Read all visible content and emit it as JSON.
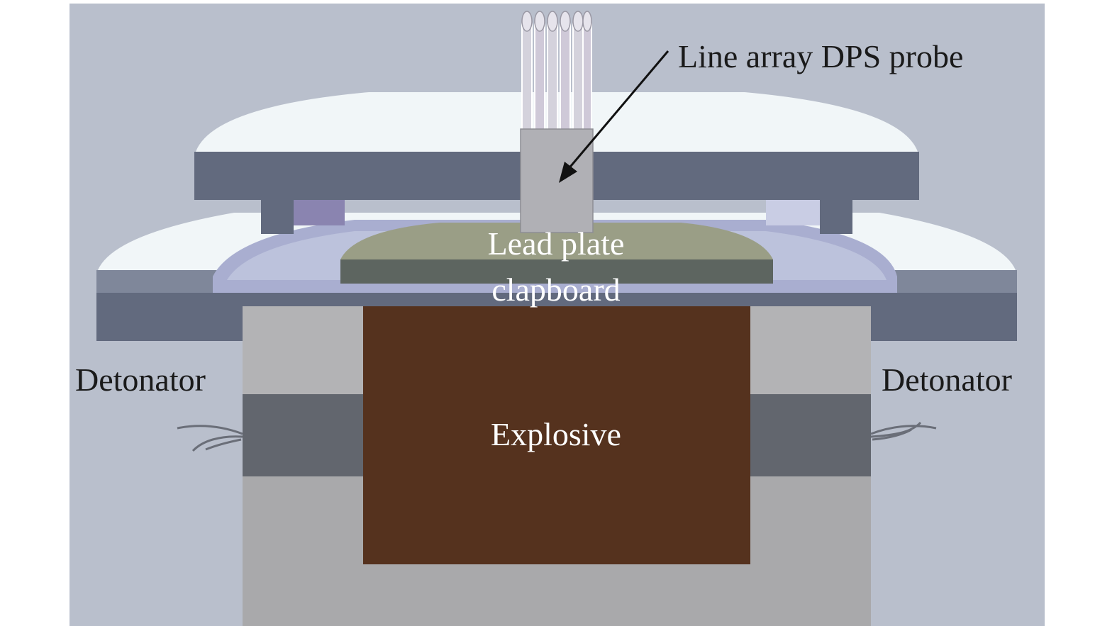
{
  "labels": {
    "probe": "Line array DPS probe",
    "lead_line1": "Lead plate",
    "lead_line2": "clapboard",
    "detonator_left": "Detonator",
    "detonator_right": "Detonator",
    "explosive": "Explosive"
  },
  "colors": {
    "background": "#b9bfcc",
    "lens_white": "#f1f6f8",
    "plate_dark": "#626a7e",
    "plate_mid": "#7f879a",
    "ring_blue": "#a9aed0",
    "lead_olive": "#9a9e86",
    "lead_dark": "#5d6560",
    "frame_gray": "#a9a9ab",
    "detonator_band": "#62666e",
    "explosive_brown": "#55321e",
    "probe_block": "#b0b0b5",
    "label_dark": "#1a1a1a",
    "label_light": "#ffffff"
  }
}
